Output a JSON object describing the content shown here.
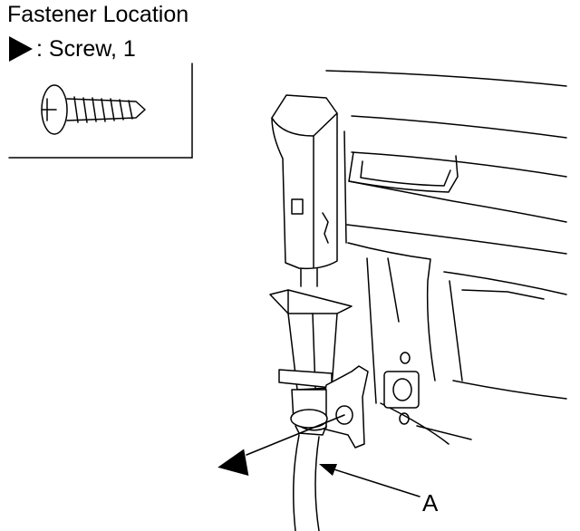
{
  "header": {
    "title": "Fastener Location"
  },
  "legend": {
    "screw_text": ": Screw, 1",
    "marker_icon": "triangle-marker-icon"
  },
  "callouts": {
    "a_label": "A"
  },
  "colors": {
    "ink": "#000000",
    "background": "#ffffff"
  }
}
